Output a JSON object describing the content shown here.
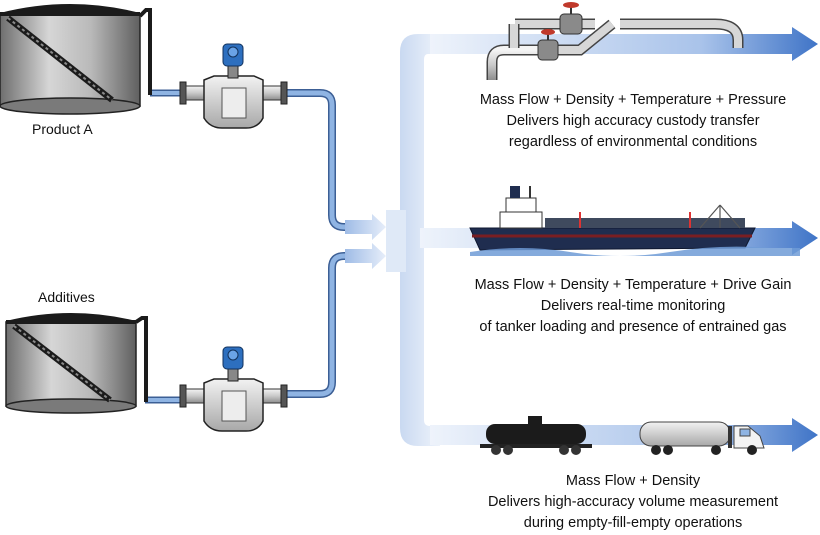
{
  "sources": {
    "product_a": "Product  A",
    "additives": "Additives"
  },
  "applications": [
    {
      "measures": "Mass Flow + Density + Temperature + Pressure",
      "line1": "Delivers high accuracy custody transfer",
      "line2": "regardless of environmental conditions"
    },
    {
      "measures": "Mass Flow + Density + Temperature + Drive Gain",
      "line1": "Delivers real-time monitoring",
      "line2": "of tanker loading and presence of entrained gas"
    },
    {
      "measures": "Mass Flow + Density",
      "line1": "Delivers high-accuracy volume measurement",
      "line2": "during empty-fill-empty operations"
    }
  ],
  "colors": {
    "pipe_blue": "#7ba7dc",
    "flow_light": "#dfe9f7",
    "flow_arrow": "#3f74c7",
    "tank_gray": "#9a9a9a",
    "meter_blue": "#2d6fbf",
    "hull_navy": "#1f2d4f",
    "water": "#6f9bd6"
  },
  "icons": [
    "storage-tank-icon",
    "coriolis-meter-icon",
    "pipeline-valve-icon",
    "tanker-ship-icon",
    "rail-tank-car-icon",
    "tanker-truck-icon"
  ]
}
